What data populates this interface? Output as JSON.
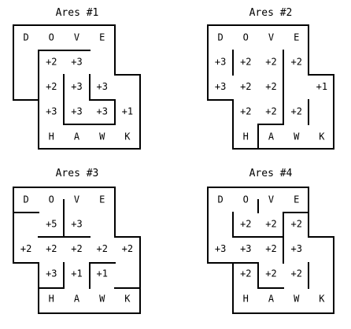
{
  "puzzles": [
    {
      "title": "Ares #1",
      "rows": [
        [
          "D",
          "O",
          "V",
          "E",
          ""
        ],
        [
          "",
          "+2",
          "+3",
          "",
          ""
        ],
        [
          "",
          "+2",
          "+3",
          "+3",
          ""
        ],
        [
          "",
          "+3",
          "+3",
          "+3",
          "+1"
        ],
        [
          "",
          "H",
          "A",
          "W",
          "K"
        ]
      ]
    },
    {
      "title": "Ares #2",
      "rows": [
        [
          "D",
          "O",
          "V",
          "E",
          ""
        ],
        [
          "+3",
          "+2",
          "+2",
          "+2",
          ""
        ],
        [
          "+3",
          "+2",
          "+2",
          "",
          "+1"
        ],
        [
          "",
          "+2",
          "+2",
          "+2",
          ""
        ],
        [
          "",
          "H",
          "A",
          "W",
          "K"
        ]
      ]
    },
    {
      "title": "Ares #3",
      "rows": [
        [
          "D",
          "O",
          "V",
          "E",
          ""
        ],
        [
          "",
          "+5",
          "+3",
          "",
          ""
        ],
        [
          "+2",
          "+2",
          "+2",
          "+2",
          "+2"
        ],
        [
          "",
          "+3",
          "+1",
          "+1",
          ""
        ],
        [
          "",
          "H",
          "A",
          "W",
          "K"
        ]
      ]
    },
    {
      "title": "Ares #4",
      "rows": [
        [
          "D",
          "O",
          "V",
          "E",
          ""
        ],
        [
          "",
          "+2",
          "+2",
          "+2",
          ""
        ],
        [
          "+3",
          "+3",
          "+2",
          "+3",
          ""
        ],
        [
          "",
          "+2",
          "+2",
          "+2",
          ""
        ],
        [
          "",
          "H",
          "A",
          "W",
          "K"
        ]
      ]
    }
  ]
}
